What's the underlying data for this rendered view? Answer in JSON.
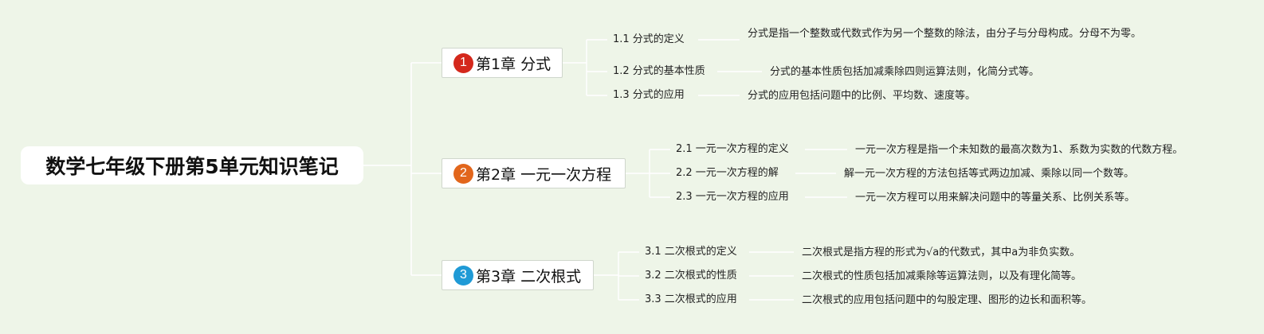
{
  "root": {
    "title": "数学七年级下册第5单元知识笔记"
  },
  "colors": {
    "background": "#eef5e8",
    "line": "#ffffff",
    "badge1": "#d4281c",
    "badge2": "#e2661c",
    "badge3": "#1f9ad6"
  },
  "chapters": [
    {
      "badge": "1",
      "title": "第1章 分式",
      "sections": [
        {
          "title": "1.1 分式的定义",
          "desc": "分式是指一个整数或代数式作为另一个整数的除法，由分子与分母构成。分母不为零。"
        },
        {
          "title": "1.2 分式的基本性质",
          "desc": "分式的基本性质包括加减乘除四则运算法则，化简分式等。"
        },
        {
          "title": "1.3 分式的应用",
          "desc": "分式的应用包括问题中的比例、平均数、速度等。"
        }
      ]
    },
    {
      "badge": "2",
      "title": "第2章 一元一次方程",
      "sections": [
        {
          "title": "2.1 一元一次方程的定义",
          "desc": "一元一次方程是指一个未知数的最高次数为1、系数为实数的代数方程。"
        },
        {
          "title": "2.2 一元一次方程的解",
          "desc": "解一元一次方程的方法包括等式两边加减、乘除以同一个数等。"
        },
        {
          "title": "2.3 一元一次方程的应用",
          "desc": "一元一次方程可以用来解决问题中的等量关系、比例关系等。"
        }
      ]
    },
    {
      "badge": "3",
      "title": "第3章 二次根式",
      "sections": [
        {
          "title": "3.1 二次根式的定义",
          "desc": "二次根式是指方程的形式为√a的代数式，其中a为非负实数。"
        },
        {
          "title": "3.2 二次根式的性质",
          "desc": "二次根式的性质包括加减乘除等运算法则，以及有理化简等。"
        },
        {
          "title": "3.3 二次根式的应用",
          "desc": "二次根式的应用包括问题中的勾股定理、图形的边长和面积等。"
        }
      ]
    }
  ]
}
